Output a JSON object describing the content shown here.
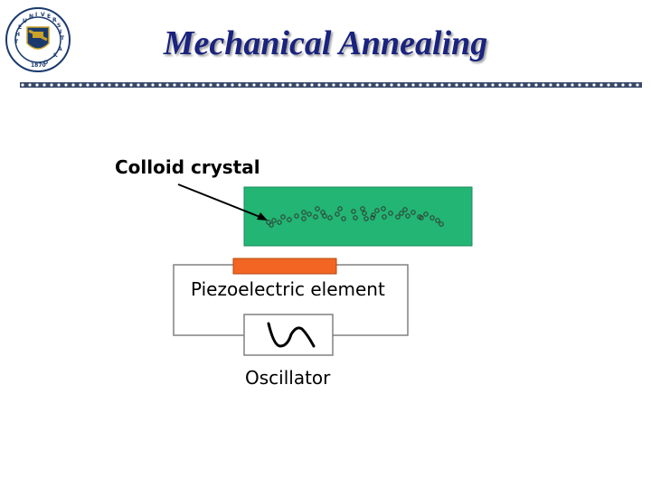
{
  "slide": {
    "title": "Mechanical Annealing",
    "colloid_label": "Colloid crystal",
    "piezo_label": "Piezoelectric element",
    "oscillator_label": "Oscillator"
  },
  "logo": {
    "name": "university-seal",
    "text": "THE UNIVERSITY OF AKRON 1870"
  },
  "colors": {
    "title": "#1a237e",
    "crystal_fill": "#22b573",
    "piezo_fill": "#f26522",
    "wire": "#808080"
  }
}
